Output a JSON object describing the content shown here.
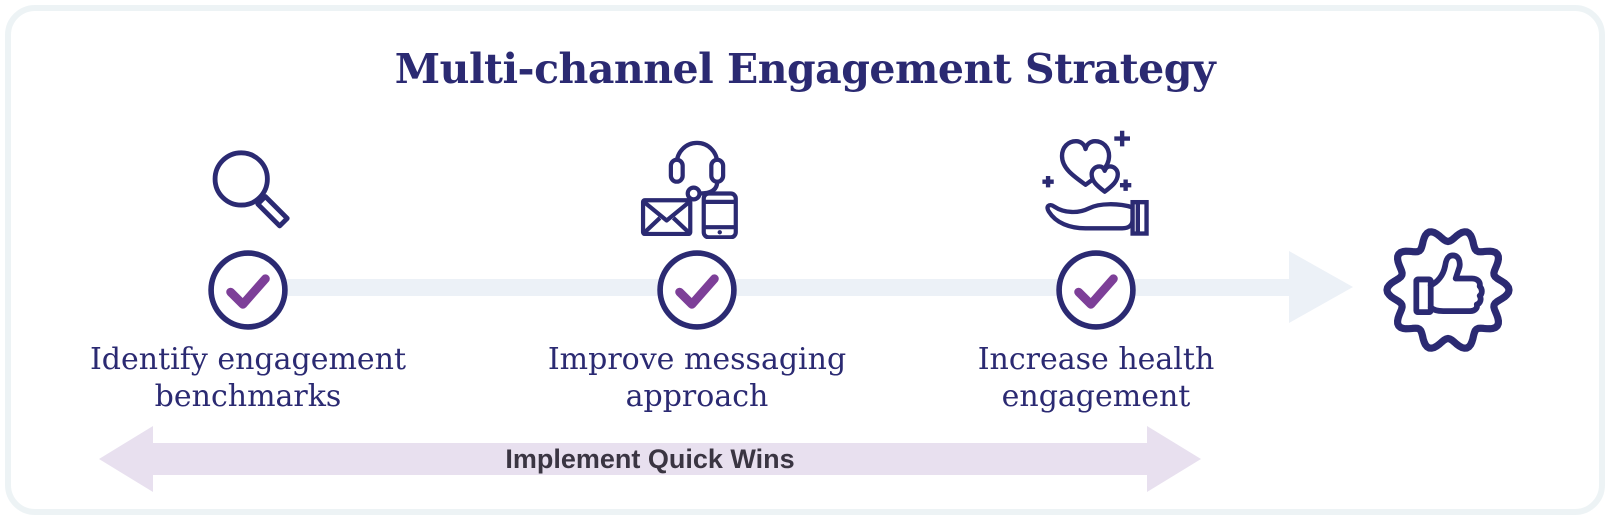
{
  "title": "Multi-channel Engagement Strategy",
  "steps": [
    {
      "icon": "magnifying-glass-icon",
      "label": "Identify engagement benchmarks"
    },
    {
      "icon": "communication-channels-icon",
      "label": "Improve messaging approach"
    },
    {
      "icon": "hearts-in-hand-icon",
      "label": "Increase health engagement"
    }
  ],
  "flow": {
    "direction": "left-to-right",
    "result_icon": "thumbs-up-badge-icon",
    "step_status_icon": "checkmark-circle-icon"
  },
  "bottom_arrow": {
    "label": "Implement Quick Wins",
    "direction": "double-headed"
  },
  "colors": {
    "navy": "#2b2a72",
    "purple": "#7d3f98",
    "track_blue": "#ecf1f7",
    "lavender": "#e8e0ef",
    "quick_wins_text": "#3a3542",
    "card_border": "#edf3f5",
    "background": "#ffffff"
  }
}
